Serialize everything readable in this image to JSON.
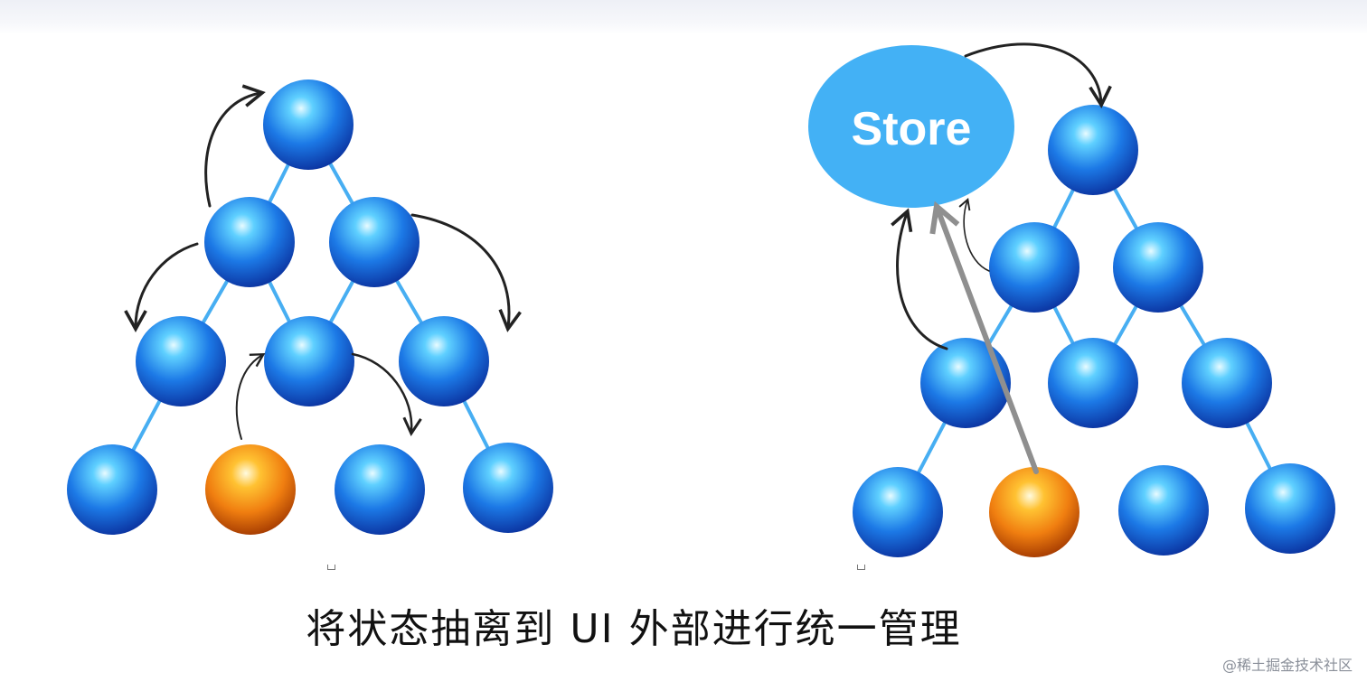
{
  "colors": {
    "node_blue": "#1c6fe0",
    "node_orange": "#f07e10",
    "edge": "#47aef2",
    "arrow": "#222222",
    "store_fill": "#43b1f5",
    "store_text": "#ffffff",
    "store_arrow": "#8f8f8f"
  },
  "diagram": {
    "left_tree": {
      "nodes": [
        "blue",
        "blue",
        "blue",
        "blue",
        "blue",
        "blue",
        "blue",
        "orange",
        "blue",
        "blue"
      ]
    },
    "right_tree": {
      "store_label": "Store",
      "nodes": [
        "blue",
        "blue",
        "blue",
        "blue",
        "blue",
        "blue",
        "blue",
        "orange",
        "blue",
        "blue"
      ]
    }
  },
  "caption": "将状态抽离到 UI 外部进行统一管理",
  "credit": "@稀土掘金技术社区"
}
